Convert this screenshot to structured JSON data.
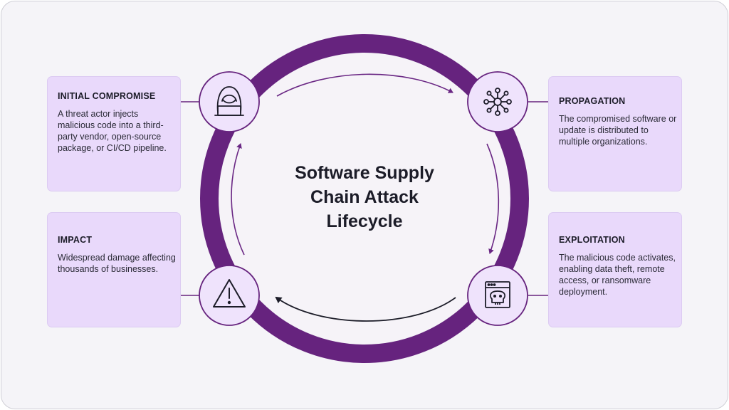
{
  "title": {
    "line1": "Software Supply",
    "line2": "Chain Attack",
    "line3": "Lifecycle"
  },
  "stages": {
    "initial_compromise": {
      "heading": "INITIAL COMPROMISE",
      "text": "A threat actor injects malicious code into a third-party vendor, open-source package, or CI/CD pipeline.",
      "icon": "hooded-hacker-laptop-icon"
    },
    "propagation": {
      "heading": "PROPAGATION",
      "text": "The compromised software or update is distributed to multiple organizations.",
      "icon": "network-hub-icon"
    },
    "exploitation": {
      "heading": "EXPLOITATION",
      "text": "The malicious code activates, enabling data theft, remote access, or ransomware deployment.",
      "icon": "skull-browser-window-icon"
    },
    "impact": {
      "heading": "IMPACT",
      "text": "Widespread damage affecting thousands of businesses.",
      "icon": "warning-triangle-icon"
    }
  },
  "colors": {
    "ring": "#66237e",
    "card": "#e9d9fb",
    "node": "#efe3fc",
    "inner": "#f6f3f8"
  }
}
